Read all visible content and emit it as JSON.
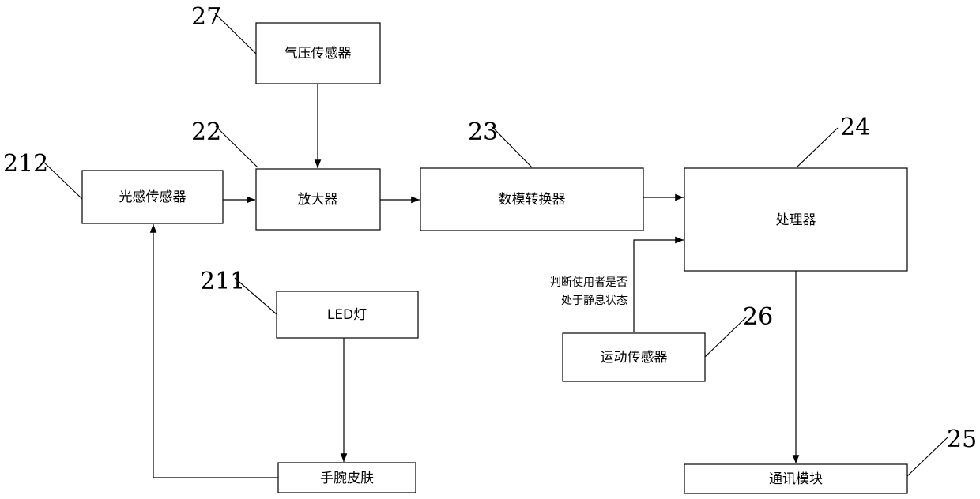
{
  "blocks": {
    "pressure_sensor": "气压传感器",
    "light_sensor": "光感传感器",
    "amplifier": "放大器",
    "dac": "数模转换器",
    "processor": "处理器",
    "led": "LED灯",
    "skin": "手腕皮肤",
    "motion_sensor": "运动传感器",
    "comm_module": "通讯模块"
  },
  "refs": {
    "r27": "27",
    "r22": "22",
    "r212": "212",
    "r23": "23",
    "r24": "24",
    "r211": "211",
    "r26": "26",
    "r25": "25"
  },
  "annotation": {
    "line1": "判断使用者是否",
    "line2": "处于静息状态"
  }
}
